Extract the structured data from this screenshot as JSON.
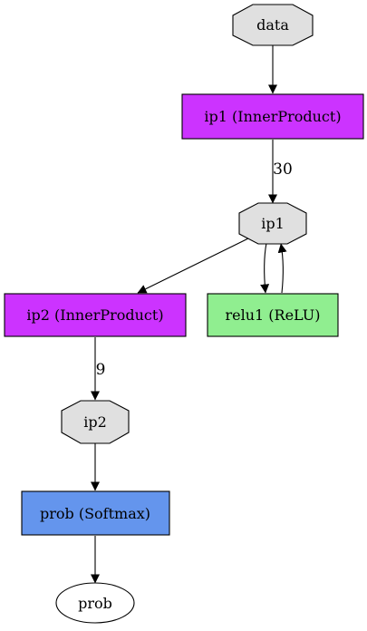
{
  "colors": {
    "blob": "#e0e0e0",
    "inner_product": "#cc33ff",
    "relu": "#90ee90",
    "softmax": "#6495ed",
    "output": "#ffffff",
    "line": "#000000"
  },
  "nodes": {
    "data": {
      "label": "data",
      "kind": "blob"
    },
    "ip1_layer": {
      "label": "ip1 (InnerProduct)",
      "kind": "layer"
    },
    "ip1_blob": {
      "label": "ip1",
      "kind": "blob"
    },
    "ip2_layer": {
      "label": "ip2 (InnerProduct)",
      "kind": "layer"
    },
    "relu1_layer": {
      "label": "relu1 (ReLU)",
      "kind": "layer"
    },
    "ip2_blob": {
      "label": "ip2",
      "kind": "blob"
    },
    "prob_layer": {
      "label": "prob (Softmax)",
      "kind": "layer"
    },
    "prob_output": {
      "label": "prob",
      "kind": "output"
    }
  },
  "edges": [
    {
      "from": "data",
      "to": "ip1_layer",
      "label": ""
    },
    {
      "from": "ip1_layer",
      "to": "ip1_blob",
      "label": "30"
    },
    {
      "from": "ip1_blob",
      "to": "ip2_layer",
      "label": ""
    },
    {
      "from": "ip1_blob",
      "to": "relu1_layer",
      "label": ""
    },
    {
      "from": "relu1_layer",
      "to": "ip1_blob",
      "label": ""
    },
    {
      "from": "ip2_layer",
      "to": "ip2_blob",
      "label": "9"
    },
    {
      "from": "ip2_blob",
      "to": "prob_layer",
      "label": ""
    },
    {
      "from": "prob_layer",
      "to": "prob_output",
      "label": ""
    }
  ]
}
